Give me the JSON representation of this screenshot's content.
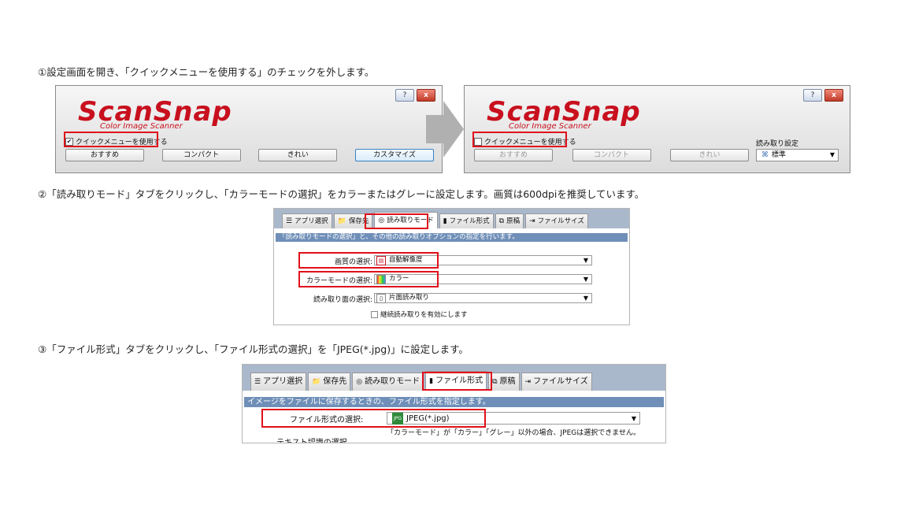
{
  "steps": {
    "step1": "①設定画面を開き、「クイックメニューを使用する」のチェックを外します。",
    "step2": "②「読み取りモード」タブをクリックし、「カラーモードの選択」をカラーまたはグレーに設定します。画質は600dpiを推奨しています。",
    "step3": "③「ファイル形式」タブをクリックし、「ファイル形式の選択」を「JPEG(*.jpg)」に設定します。"
  },
  "scansnap": {
    "logo": "ScanSnap",
    "logo_sub": "Color Image Scanner",
    "help_btn": "?",
    "close_btn": "x",
    "quick_menu_label": "クイックメニューを使用する",
    "before": {
      "quick_checked": "✔",
      "modes": [
        "おすすめ",
        "コンパクト",
        "きれい",
        "カスタマイズ"
      ]
    },
    "after": {
      "quick_checked": "",
      "modes": [
        "おすすめ",
        "コンパクト",
        "きれい"
      ],
      "read_setting_label": "読み取り設定",
      "read_setting_value": "標準",
      "read_setting_icon": "⌘"
    }
  },
  "read_mode_panel": {
    "tabs": [
      {
        "icon": "☰",
        "label": "アプリ選択"
      },
      {
        "icon": "📁",
        "label": "保存先"
      },
      {
        "icon": "◎",
        "label": "読み取りモード"
      },
      {
        "icon": "▮",
        "label": "ファイル形式"
      },
      {
        "icon": "⧉",
        "label": "原稿"
      },
      {
        "icon": "⇥",
        "label": "ファイルサイズ"
      }
    ],
    "description": "「読み取りモードの選択」と、その他の読み取りオプションの指定を行います。",
    "quality_label": "画質の選択:",
    "quality_value": "自動解像度",
    "color_label": "カラーモードの選択:",
    "color_value": "カラー",
    "side_label": "読み取り面の選択:",
    "side_value": "片面読み取り",
    "continue_label": "継続読み取りを有効にします"
  },
  "file_format_panel": {
    "tabs": [
      {
        "icon": "☰",
        "label": "アプリ選択"
      },
      {
        "icon": "📁",
        "label": "保存先"
      },
      {
        "icon": "◎",
        "label": "読み取りモード"
      },
      {
        "icon": "▮",
        "label": "ファイル形式"
      },
      {
        "icon": "⧉",
        "label": "原稿"
      },
      {
        "icon": "⇥",
        "label": "ファイルサイズ"
      }
    ],
    "description": "イメージをファイルに保存するときの、ファイル形式を指定します。",
    "format_label": "ファイル形式の選択:",
    "format_icon": "JPG",
    "format_value": "JPEG(*.jpg)",
    "note": "「カラーモード」が「カラー」「グレー」以外の場合、JPEGは選択できません。",
    "text_label": "テキスト認識の選択"
  },
  "colors": {
    "highlight": "#e0101a",
    "brand": "#c8101e",
    "tabbar": "#aab8cc",
    "desc_bar": "#6f8fb8"
  }
}
